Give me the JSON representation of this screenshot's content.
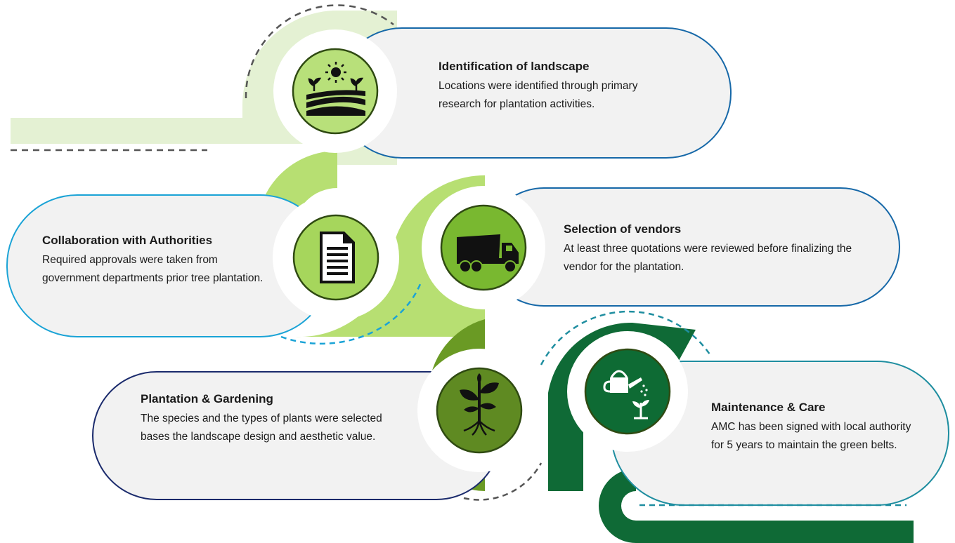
{
  "steps": [
    {
      "title": "Identification of landscape",
      "description": "Locations were identified through primary research for plantation activities.",
      "icon": "landscape-icon",
      "icon_color": "#b8e07a"
    },
    {
      "title": "Collaboration with Authorities",
      "description": "Required approvals were taken from government departments prior tree plantation.",
      "icon": "document-icon",
      "icon_color": "#a6d65c"
    },
    {
      "title": "Selection of vendors",
      "description": "At least three quotations were reviewed before finalizing the vendor for the plantation.",
      "icon": "dump-truck-icon",
      "icon_color": "#79b830"
    },
    {
      "title": "Plantation & Gardening",
      "description": "The species and the types of plants were selected bases the landscape design and aesthetic value.",
      "icon": "sprouting-plant-icon",
      "icon_color": "#5f8a22"
    },
    {
      "title": "Maintenance & Care",
      "description": "AMC has been signed with local authority for 5 years to maintain the green belts.",
      "icon": "watering-can-icon",
      "icon_color": "#0e6b34"
    }
  ],
  "colors": {
    "card_fill": "#f2f2f2",
    "path_pale": "#e4f1d3",
    "path_light": "#b7df72",
    "path_mid": "#6a9a24",
    "path_dark": "#0f6a36",
    "dash_gray": "#555555",
    "dash_teal": "#1f8ea0"
  }
}
